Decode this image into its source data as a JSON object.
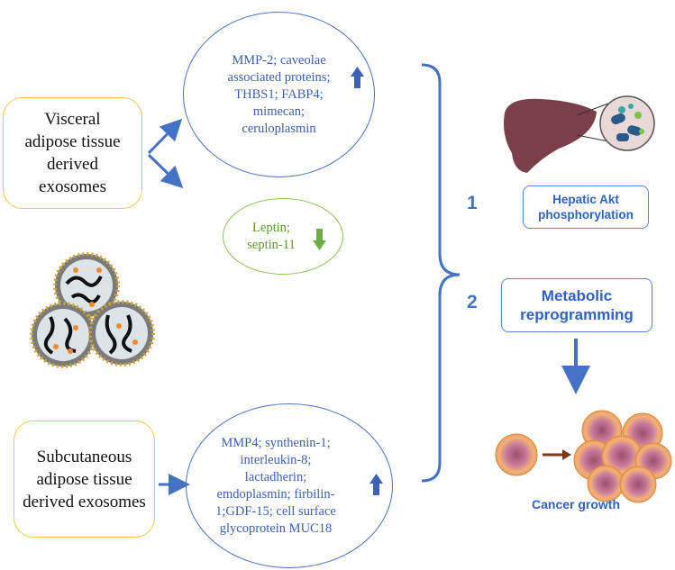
{
  "sources": {
    "visceral": "Visceral adipose tissue derived exosomes",
    "subcutaneous": "Subcutaneous adipose tissue derived exosomes"
  },
  "visceral_up": {
    "proteins": "MMP-2; caveolae associated proteins; THBS1; FABP4; mimecan; ceruloplasmin",
    "direction_icon": "arrow-up-icon"
  },
  "visceral_down": {
    "proteins": "Leptin; septin-11",
    "direction_icon": "arrow-down-icon"
  },
  "subcutaneous_up": {
    "proteins": "MMP4; synthenin-1; interleukin-8; lactadherin; emdoplasmin; firbilin-1;GDF-15; cell surface glycoprotein MUC18",
    "direction_icon": "arrow-up-icon"
  },
  "effects": [
    {
      "number": "1",
      "label": "Hepatic Akt phosphorylation"
    },
    {
      "number": "2",
      "label": "Metabolic reprogramming"
    }
  ],
  "outcome": "Cancer growth",
  "colors": {
    "blue": "#4472c4",
    "green": "#70ad47",
    "yellow": "#f5c44a",
    "liver": "#7b3f4a",
    "cell": "#f0a860"
  }
}
